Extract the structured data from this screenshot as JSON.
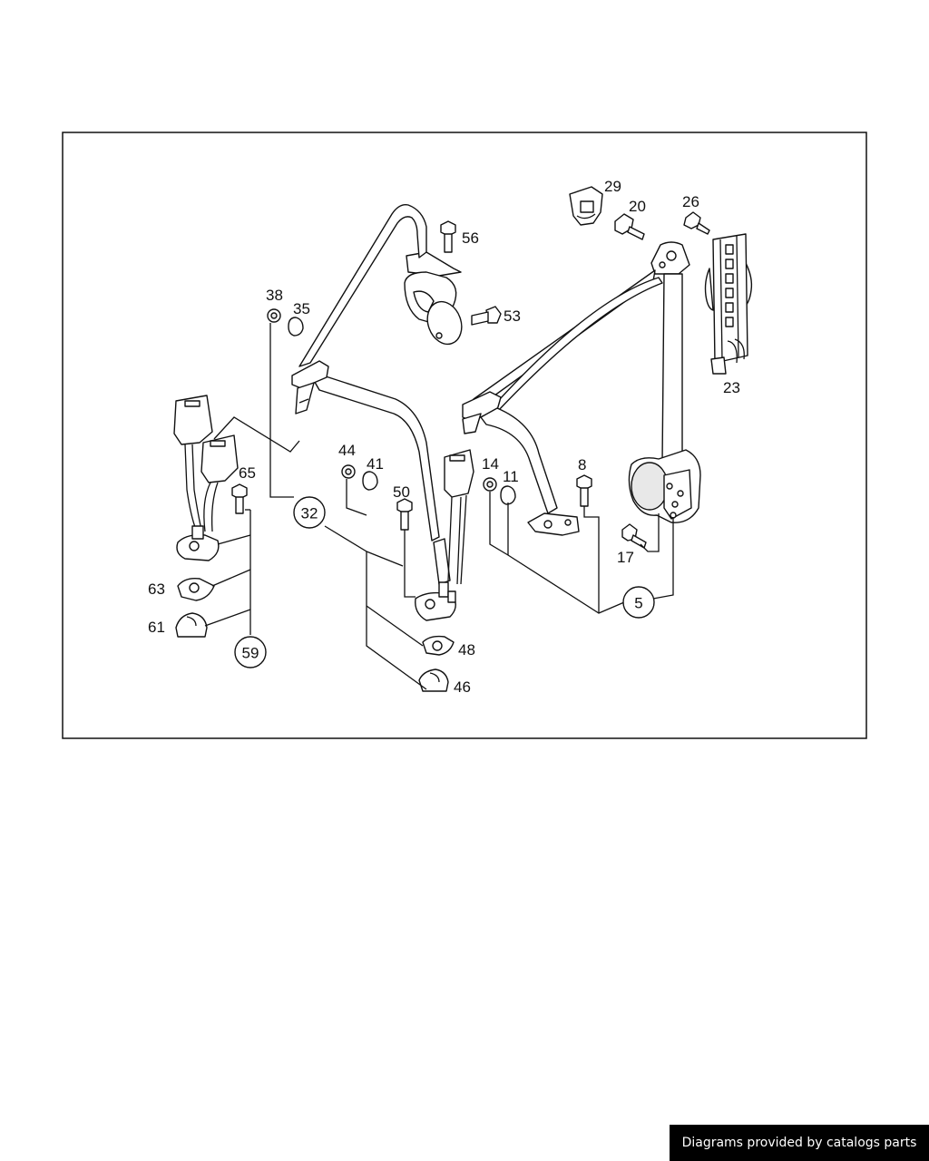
{
  "diagram": {
    "part_labels": [
      "29",
      "20",
      "26",
      "56",
      "53",
      "38",
      "35",
      "23",
      "65",
      "44",
      "41",
      "14",
      "11",
      "8",
      "50",
      "17",
      "63",
      "61",
      "48",
      "46"
    ],
    "group_labels": [
      "32",
      "5",
      "59"
    ]
  },
  "footer": {
    "text": "Diagrams provided by catalogs parts"
  }
}
